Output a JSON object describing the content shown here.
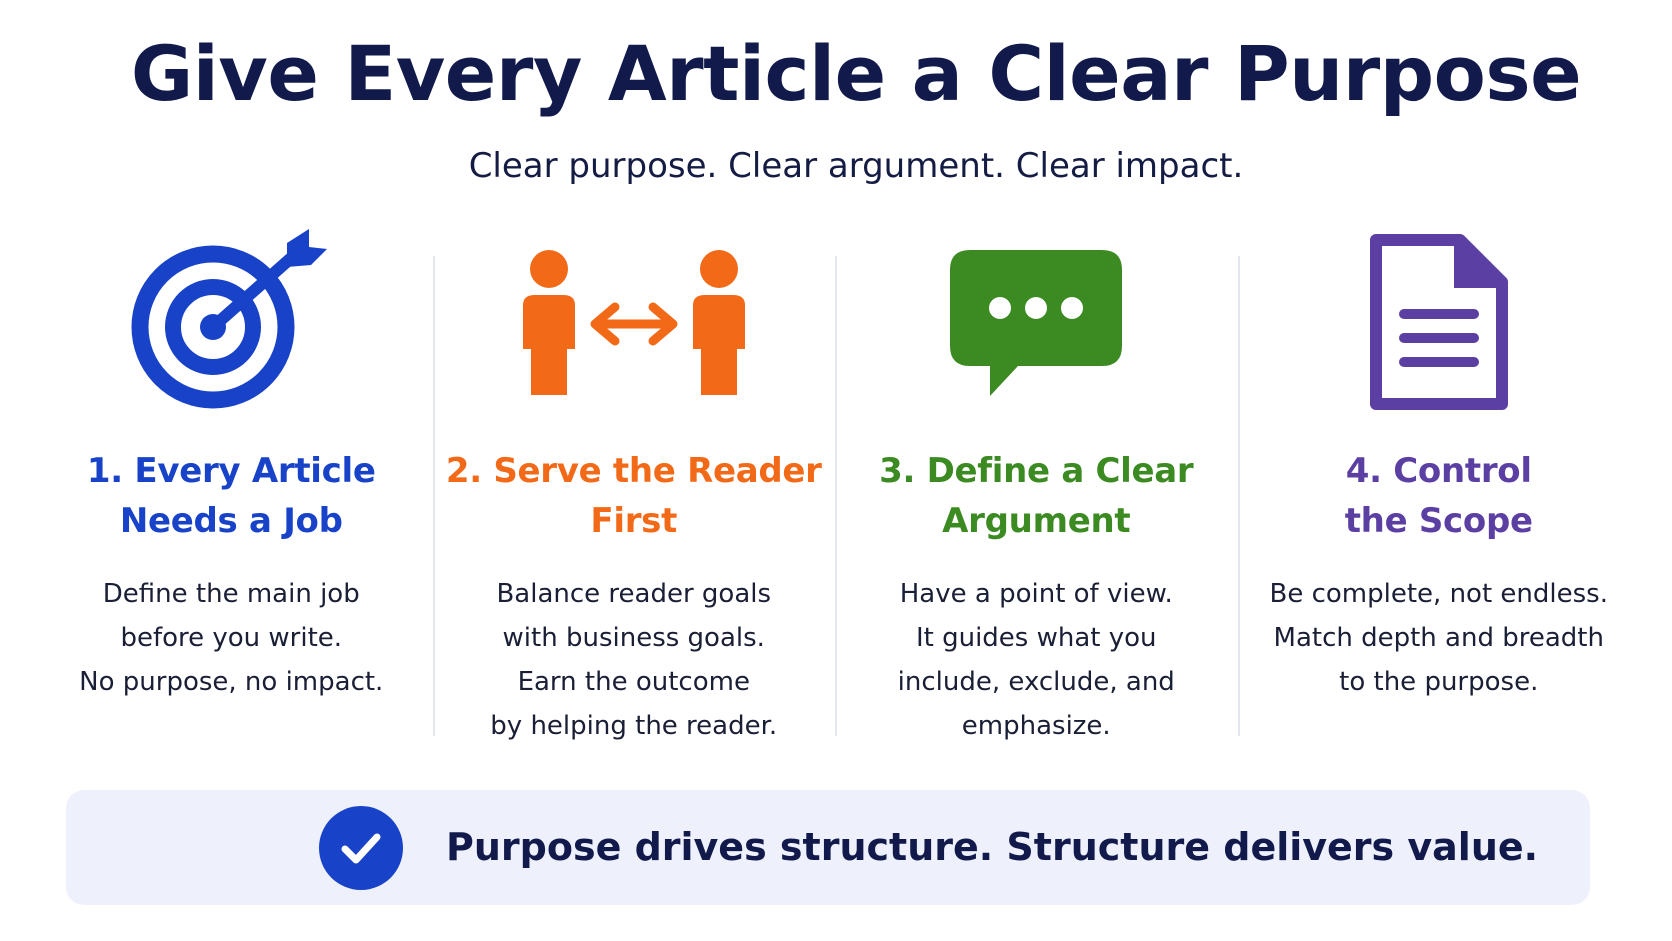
{
  "title": "Give Every Article a Clear Purpose",
  "subtitle": "Clear purpose. Clear argument. Clear impact.",
  "colors": {
    "blue": "#1843c8",
    "orange": "#f26a18",
    "green": "#3c8a22",
    "purple": "#5c3fa3",
    "navy": "#111a4a"
  },
  "columns": [
    {
      "icon": "target-arrow-icon",
      "title": "1. Every Article\nNeeds a Job",
      "description": "Define the main job\nbefore you write.\nNo purpose, no impact."
    },
    {
      "icon": "people-exchange-icon",
      "title": "2. Serve the Reader\nFirst",
      "description": "Balance reader goals\nwith business goals.\nEarn the outcome\nby helping the reader."
    },
    {
      "icon": "speech-bubble-icon",
      "title": "3. Define a Clear\nArgument",
      "description": "Have a point of view.\nIt guides what you\ninclude, exclude, and\nemphasize."
    },
    {
      "icon": "document-icon",
      "title": "4. Control\nthe Scope",
      "description": "Be complete, not endless.\nMatch depth and breadth\nto the purpose."
    }
  ],
  "banner": {
    "icon": "checkmark-icon",
    "text": "Purpose drives structure. Structure delivers value."
  }
}
